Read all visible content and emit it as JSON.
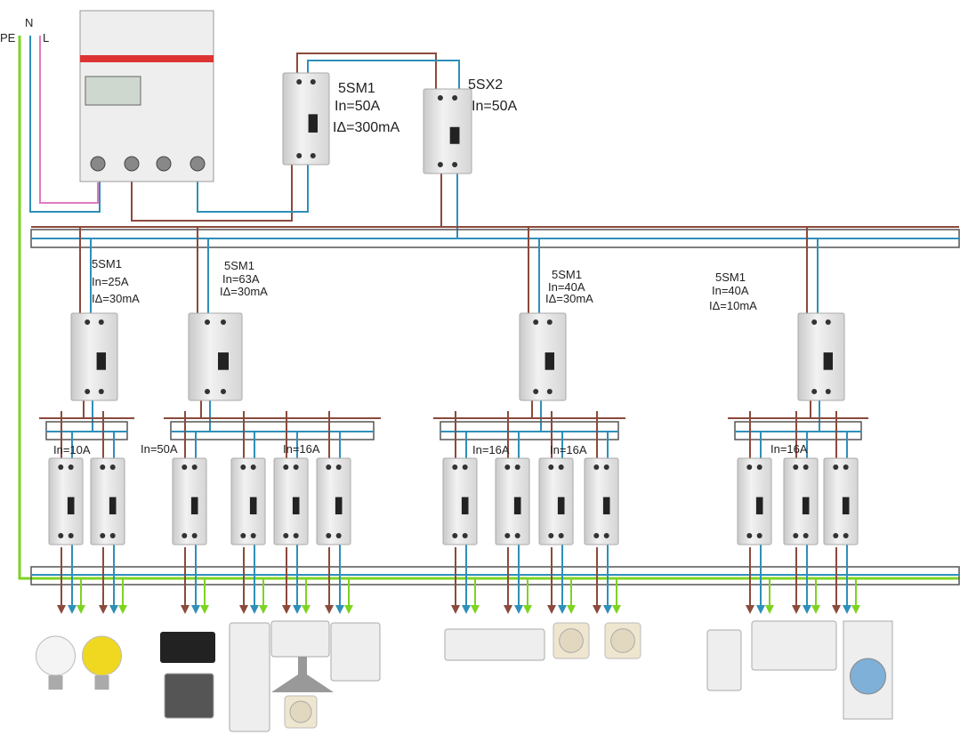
{
  "supply": {
    "pe": "PE",
    "n": "N",
    "l": "L"
  },
  "main_rcd": {
    "model": "5SM1",
    "in": "In=50A",
    "idelta": "IΔ=300mA"
  },
  "main_breaker": {
    "model": "5SX2",
    "in": "In=50A"
  },
  "group_rcds": [
    {
      "model": "5SM1",
      "in": "In=25A",
      "idelta": "IΔ=30mA"
    },
    {
      "model": "5SM1",
      "in": "In=63A",
      "idelta": "IΔ=30mA"
    },
    {
      "model": "5SM1",
      "in": "In=40A",
      "idelta": "IΔ=30mA"
    },
    {
      "model": "5SM1",
      "in": "In=40A",
      "idelta": "IΔ=10mA"
    }
  ],
  "breaker_labels": [
    "In=10A",
    "In=50A",
    "In=16A",
    "In=16A",
    "In=16A",
    "In=16A"
  ],
  "colors": {
    "phase": "#8b4a3c",
    "neutral": "#2f8fb8",
    "earth": "#7ed321",
    "l_in": "#e07ac0"
  },
  "appliances": [
    "light-bulb-icon",
    "light-bulb-icon",
    "cooktop-icon",
    "oven-icon",
    "fridge-icon",
    "microwave-icon",
    "range-hood-icon",
    "socket-icon",
    "dishwasher-icon",
    "air-conditioner-icon",
    "socket-icon",
    "socket-icon",
    "water-heater-icon",
    "bathtub-icon",
    "washing-machine-icon"
  ]
}
